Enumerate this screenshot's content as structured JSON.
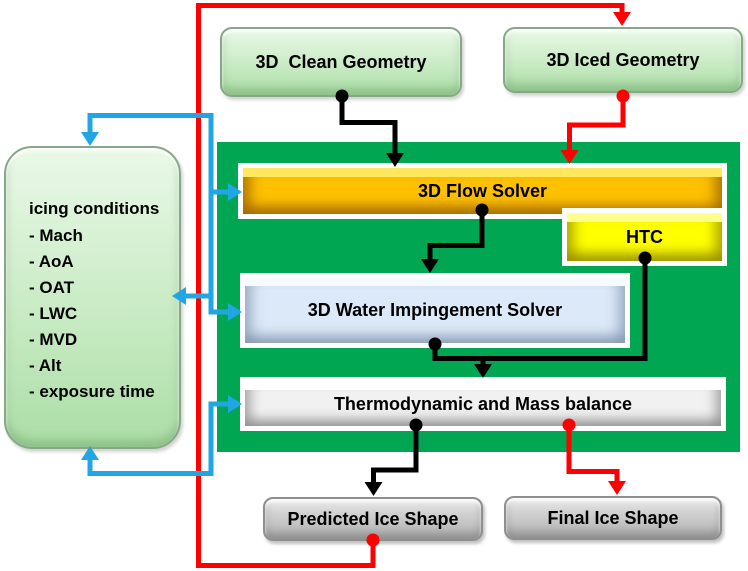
{
  "diagram": {
    "type": "flowchart",
    "nodes": {
      "clean_geometry": {
        "label": "3D  Clean Geometry"
      },
      "iced_geometry": {
        "label": "3D Iced Geometry"
      },
      "flow_solver": {
        "label": "3D Flow Solver"
      },
      "htc": {
        "label": "HTC"
      },
      "water_impingement": {
        "label": "3D Water Impingement Solver"
      },
      "thermo": {
        "label": "Thermodynamic and Mass balance"
      },
      "predicted_ice": {
        "label": "Predicted Ice Shape"
      },
      "final_ice": {
        "label": "Final Ice Shape"
      },
      "icing_conditions": {
        "title": "icing conditions",
        "items": [
          "- Mach",
          "- AoA",
          "- OAT",
          "- LWC",
          "- MVD",
          "- Alt",
          "- exposure time"
        ]
      }
    },
    "colors": {
      "panel_green": "#00A651",
      "node_light_green": "#C9ECC5",
      "flow_solver_orange": "#FEC100",
      "htc_yellow": "#FFFF00",
      "water_blue": "#DCE9F8",
      "thermo_gray": "#F1F1F1",
      "result_gray": "#C3C3C3",
      "arrow_black": "#000000",
      "arrow_red": "#FF0000",
      "arrow_cyan": "#22A6E3"
    },
    "edges": [
      "clean_geometry -> flow_solver (black)",
      "iced_geometry -> flow_solver (red)",
      "flow_solver -> water_impingement (black)",
      "water_impingement + htc -> thermo (black)",
      "thermo -> predicted_ice (black)",
      "thermo -> final_ice (red)",
      "predicted_ice -> iced_geometry feedback loop (red)",
      "icing_conditions <-> solvers (cyan)"
    ]
  }
}
